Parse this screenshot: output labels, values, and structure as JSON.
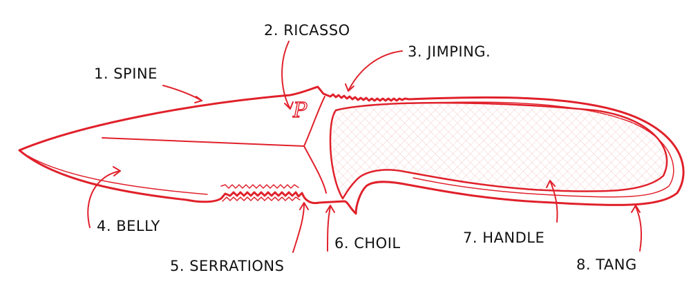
{
  "diagram": {
    "accent_color": "#e0202a",
    "handle_fill": "#fdf3f3",
    "logo_mark": "P",
    "labels": {
      "spine": "1. SPINE",
      "ricasso": "2. RICASSO",
      "jimping": "3. JIMPING.",
      "belly": "4. BELLY",
      "serrations": "5. SERRATIONS",
      "choil": "6. CHOIL",
      "handle": "7. HANDLE",
      "tang": "8.  TANG"
    }
  }
}
